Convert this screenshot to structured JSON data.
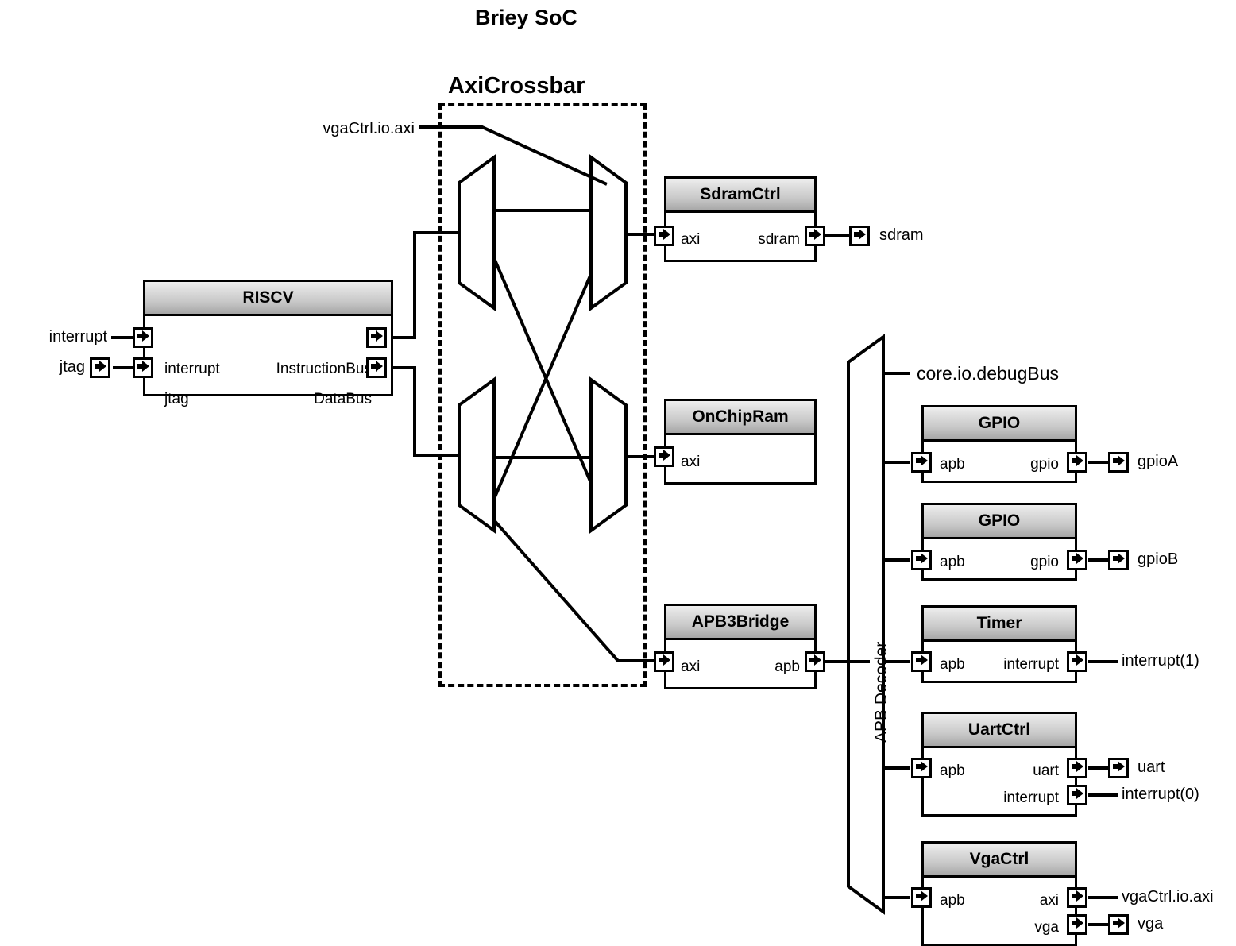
{
  "title": "Briey SoC",
  "crossbar": {
    "title": "AxiCrossbar",
    "external_label": "vgaCtrl.io.axi"
  },
  "apb_decoder": {
    "label": "APB Decoder",
    "debug_label": "core.io.debugBus"
  },
  "external_ports": {
    "interrupt_in": "interrupt",
    "jtag_in": "jtag",
    "sdram_out": "sdram",
    "gpioA_out": "gpioA",
    "gpioB_out": "gpioB",
    "timer_interrupt_out": "interrupt(1)",
    "uart_out": "uart",
    "uart_interrupt_out": "interrupt(0)",
    "vga_axi_out": "vgaCtrl.io.axi",
    "vga_out": "vga"
  },
  "blocks": [
    {
      "id": "riscv",
      "title": "RISCV",
      "ports_left": [
        "interrupt",
        "jtag"
      ],
      "ports_right": [
        "InstructionBus",
        "DataBus"
      ]
    },
    {
      "id": "sdramctrl",
      "title": "SdramCtrl",
      "ports_left": [
        "axi"
      ],
      "ports_right": [
        "sdram"
      ]
    },
    {
      "id": "onchipram",
      "title": "OnChipRam",
      "ports_left": [
        "axi"
      ],
      "ports_right": []
    },
    {
      "id": "apb3bridge",
      "title": "APB3Bridge",
      "ports_left": [
        "axi"
      ],
      "ports_right": [
        "apb"
      ]
    },
    {
      "id": "gpioA",
      "title": "GPIO",
      "ports_left": [
        "apb"
      ],
      "ports_right": [
        "gpio"
      ]
    },
    {
      "id": "gpioB",
      "title": "GPIO",
      "ports_left": [
        "apb"
      ],
      "ports_right": [
        "gpio"
      ]
    },
    {
      "id": "timer",
      "title": "Timer",
      "ports_left": [
        "apb"
      ],
      "ports_right": [
        "interrupt"
      ]
    },
    {
      "id": "uartctrl",
      "title": "UartCtrl",
      "ports_left": [
        "apb"
      ],
      "ports_right": [
        "uart",
        "interrupt"
      ]
    },
    {
      "id": "vgactrl",
      "title": "VgaCtrl",
      "ports_left": [
        "apb"
      ],
      "ports_right": [
        "axi",
        "vga"
      ]
    }
  ],
  "colors": {
    "line": "#000000",
    "background": "#ffffff",
    "header_top": "#efefef",
    "header_bottom": "#a6a6a6"
  }
}
